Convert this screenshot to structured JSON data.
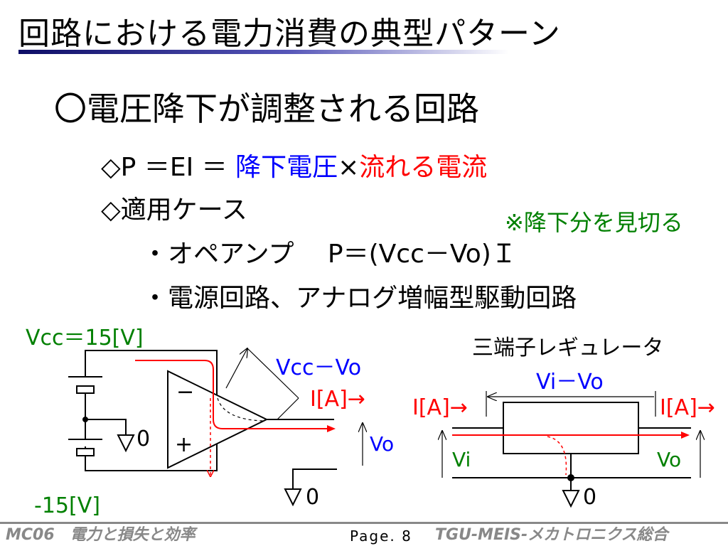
{
  "slide": {
    "title": "回路における電力消費の典型パターン",
    "heading": "〇電圧降下が調整される回路",
    "line1": {
      "prefix": "◇P ＝EI ＝ ",
      "blue": "降下電圧",
      "times": "×",
      "red": "流れる電流"
    },
    "line2": "◇適用ケース",
    "note": "※降下分を見切る",
    "line3": "・オペアンプ　 P＝(Vcc－Vo)Ｉ",
    "line4": "・電源回路、アナログ増幅型駆動回路"
  },
  "diagram_left": {
    "vcc_label": "Vcc＝15[V]",
    "neg_label": "-15[V]",
    "gnd_label_1": "0",
    "gnd_label_2": "0",
    "drop_label": "Vcc－Vo",
    "current_label": "I[A]→",
    "vo_label": "Vo",
    "minus": "−",
    "plus": "+"
  },
  "diagram_right": {
    "title": "三端子レギュレータ",
    "drop_label": "Vi－Vo",
    "current_in": "I[A]→",
    "current_out": "I[A]→",
    "vi_label": "Vi",
    "vo_label": "Vo",
    "gnd_label": "0"
  },
  "footer": {
    "left": "MC06　電力と損失と効率",
    "page": "Page. 8",
    "right": "TGU-MEIS-メカトロニクス総合"
  },
  "colors": {
    "blue": "#0000ff",
    "red": "#ff0000",
    "green": "#008000",
    "title_underline": "#0d0d66"
  }
}
